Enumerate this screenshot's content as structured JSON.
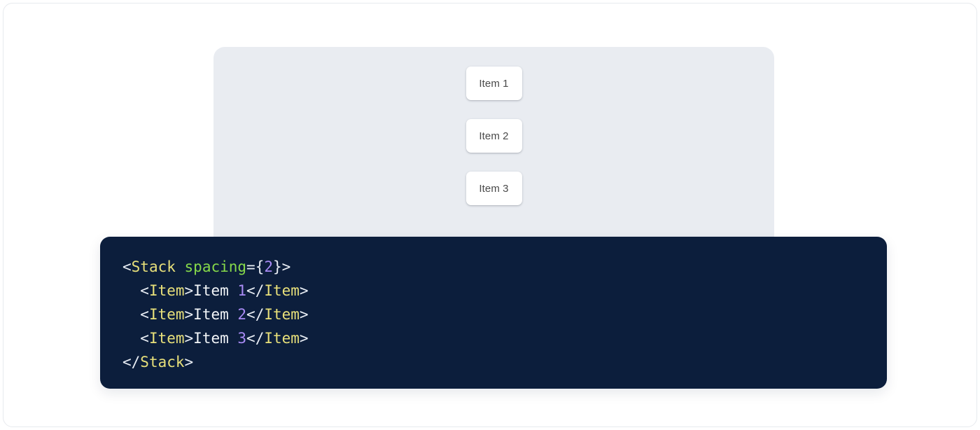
{
  "preview": {
    "panel_bg": "#e9ecf1",
    "items": [
      {
        "label": "Item 1"
      },
      {
        "label": "Item 2"
      },
      {
        "label": "Item 3"
      }
    ]
  },
  "code_block": {
    "background": "#0c1e3c",
    "language": "jsx",
    "theme_colors": {
      "punctuation": "#e8edf4",
      "tag": "#e8e07a",
      "attribute": "#86d94a",
      "number": "#a98bf5",
      "text": "#f2f5f8"
    },
    "lines": [
      {
        "tokens": [
          {
            "t": "<",
            "c": "punct"
          },
          {
            "t": "Stack",
            "c": "tag"
          },
          {
            "t": " ",
            "c": "punct"
          },
          {
            "t": "spacing",
            "c": "attr"
          },
          {
            "t": "={",
            "c": "punct"
          },
          {
            "t": "2",
            "c": "num"
          },
          {
            "t": "}>",
            "c": "punct"
          }
        ]
      },
      {
        "tokens": [
          {
            "t": "  <",
            "c": "punct"
          },
          {
            "t": "Item",
            "c": "tag"
          },
          {
            "t": ">",
            "c": "punct"
          },
          {
            "t": "Item ",
            "c": "text"
          },
          {
            "t": "1",
            "c": "num"
          },
          {
            "t": "</",
            "c": "punct"
          },
          {
            "t": "Item",
            "c": "tag"
          },
          {
            "t": ">",
            "c": "punct"
          }
        ]
      },
      {
        "tokens": [
          {
            "t": "  <",
            "c": "punct"
          },
          {
            "t": "Item",
            "c": "tag"
          },
          {
            "t": ">",
            "c": "punct"
          },
          {
            "t": "Item ",
            "c": "text"
          },
          {
            "t": "2",
            "c": "num"
          },
          {
            "t": "</",
            "c": "punct"
          },
          {
            "t": "Item",
            "c": "tag"
          },
          {
            "t": ">",
            "c": "punct"
          }
        ]
      },
      {
        "tokens": [
          {
            "t": "  <",
            "c": "punct"
          },
          {
            "t": "Item",
            "c": "tag"
          },
          {
            "t": ">",
            "c": "punct"
          },
          {
            "t": "Item ",
            "c": "text"
          },
          {
            "t": "3",
            "c": "num"
          },
          {
            "t": "</",
            "c": "punct"
          },
          {
            "t": "Item",
            "c": "tag"
          },
          {
            "t": ">",
            "c": "punct"
          }
        ]
      },
      {
        "tokens": [
          {
            "t": "</",
            "c": "punct"
          },
          {
            "t": "Stack",
            "c": "tag"
          },
          {
            "t": ">",
            "c": "punct"
          }
        ]
      }
    ]
  }
}
